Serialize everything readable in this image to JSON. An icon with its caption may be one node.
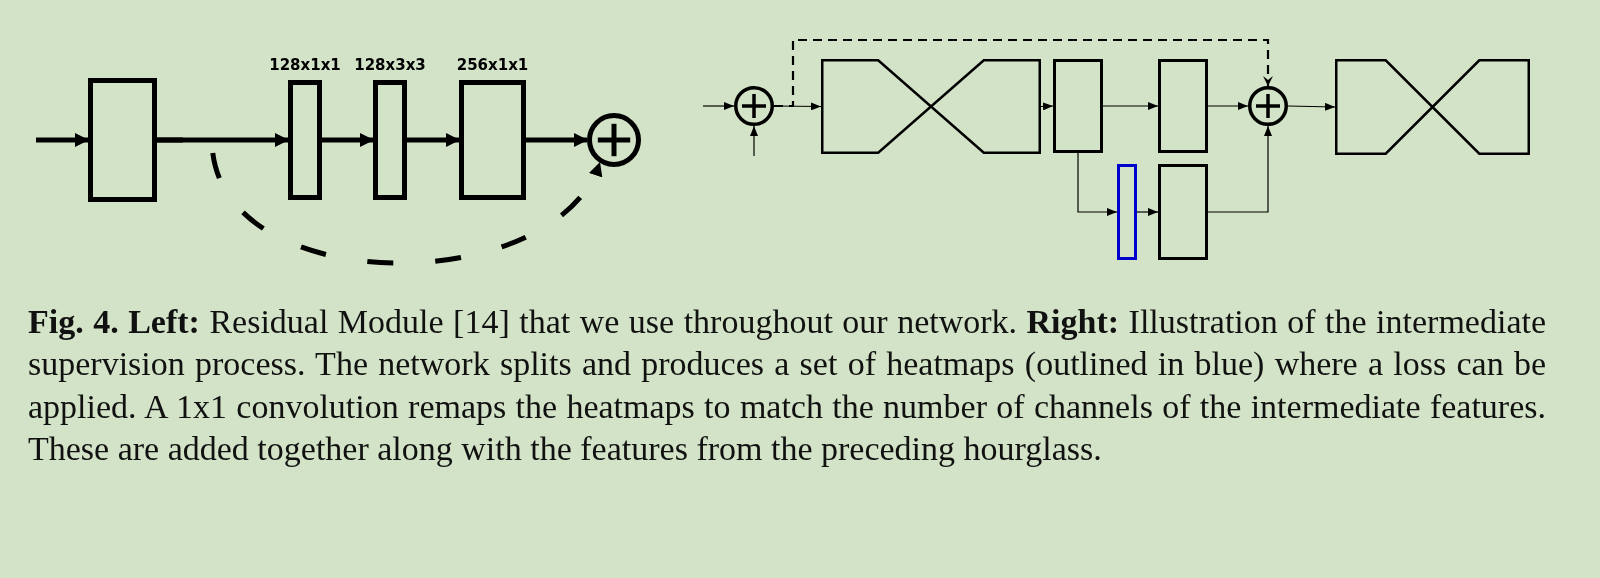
{
  "diagram": {
    "caption": "**Fig. 4. Left:** Residual Module [14] that we use throughout our network. **Right:** Illustration of the intermediate supervision process. The network splits and produces a set of heatmaps (outlined in blue) where a loss can be applied. A 1x1 convolution remaps the heatmaps to match the number of channels of the intermediate features. These are added together along with the features from the preceding hourglass.",
    "nodes": [
      {
        "text": [],
        "shape": "box"
      },
      {
        "text": [
          "128x1x1"
        ]
      },
      {
        "text": [
          "128x3x3"
        ]
      },
      {
        "text": [
          "256x1x1"
        ]
      },
      {
        "text": [],
        "shape": "circle"
      },
      {
        "text": [],
        "shape": "circle"
      },
      {
        "text": [],
        "shape": "hourglass"
      },
      {
        "text": [],
        "shape": "box"
      },
      {
        "text": [],
        "shape": "box"
      },
      {
        "text": [],
        "shape": "box"
      },
      {
        "text": [],
        "shape": "box"
      },
      {
        "text": [],
        "shape": "circle"
      },
      {
        "text": [],
        "shape": "hourglass"
      }
    ],
    "edges": [
      {
        "from": null,
        "to": 0,
        "arrow": "to",
        "style": "thick"
      },
      {
        "from": 0,
        "to": 1,
        "arrow": "to",
        "style": "thick"
      },
      {
        "from": 1,
        "to": 2,
        "arrow": "to",
        "style": "thick"
      },
      {
        "from": 2,
        "to": 3,
        "arrow": "to",
        "style": "thick"
      },
      {
        "from": 3,
        "to": 4,
        "arrow": "to",
        "style": "thick"
      },
      {
        "from": 0,
        "to": 4,
        "arrow": "to",
        "style": "dashed"
      },
      {
        "from": null,
        "to": 5,
        "arrow": "to"
      },
      {
        "from": null,
        "to": 5,
        "arrow": "to"
      },
      {
        "from": 5,
        "to": 6,
        "arrow": "to"
      },
      {
        "from": 5,
        "to": 11,
        "arrow": "to",
        "style": "dashed"
      },
      {
        "from": 6,
        "to": 7,
        "arrow": "to"
      },
      {
        "from": 7,
        "to": 8,
        "arrow": "to"
      },
      {
        "from": 8,
        "to": 11,
        "arrow": "to"
      },
      {
        "from": 7,
        "to": 9,
        "arrow": "to"
      },
      {
        "from": 9,
        "to": 10,
        "arrow": "to"
      },
      {
        "from": 10,
        "to": 11,
        "arrow": "to"
      },
      {
        "from": 11,
        "to": 12,
        "arrow": "to"
      }
    ]
  }
}
